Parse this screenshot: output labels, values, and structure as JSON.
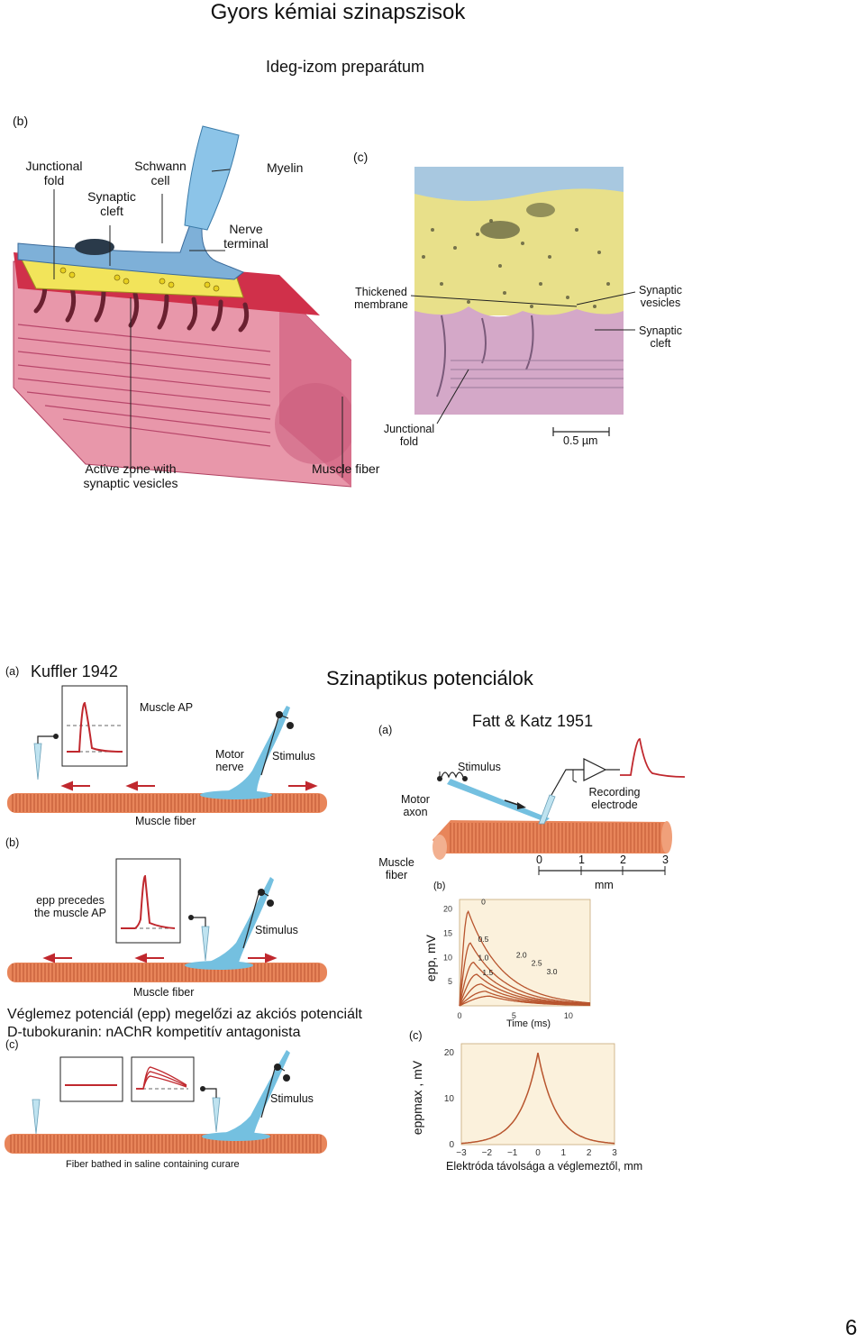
{
  "header": {
    "title": "Gyors kémiai szinapszisok",
    "subtitle": "Ideg-izom preparátum"
  },
  "fig_top": {
    "panel_b": "(b)",
    "panel_c": "(c)",
    "labels": {
      "junctional_fold": [
        "Junctional",
        "fold"
      ],
      "schwann_cell": [
        "Schwann",
        "cell"
      ],
      "myelin": "Myelin",
      "synaptic_cleft": [
        "Synaptic",
        "cleft"
      ],
      "nerve_terminal": [
        "Nerve",
        "terminal"
      ],
      "active_zone": [
        "Active zone with",
        "synaptic vesicles"
      ],
      "muscle_fiber": "Muscle fiber"
    },
    "em_labels": {
      "thickened_membrane": [
        "Thickened",
        "membrane"
      ],
      "synaptic_vesicles": [
        "Synaptic",
        "vesicles"
      ],
      "synaptic_cleft": [
        "Synaptic",
        "cleft"
      ],
      "junctional_fold": [
        "Junctional",
        "fold"
      ],
      "scale_bar": "0.5 µm"
    }
  },
  "section_title": "Szinaptikus potenciálok",
  "kuffler": {
    "panel_a": "(a)",
    "title": "Kuffler 1942",
    "muscle_ap": "Muscle AP",
    "motor_nerve": [
      "Motor",
      "nerve"
    ],
    "stimulus": "Stimulus",
    "muscle_fiber": "Muscle fiber",
    "panel_b": "(b)",
    "epp_precedes": [
      "epp precedes",
      "the muscle AP"
    ],
    "stimulus_b": "Stimulus",
    "muscle_fiber_b": "Muscle fiber",
    "caption1": "Véglemez potenciál (epp) megelőzi az akciós potenciált",
    "caption2": "D-tubokuranin: nAChR kompetitív antagonista",
    "panel_c": "(c)",
    "stimulus_c": "Stimulus",
    "curare": "Fiber bathed in saline containing curare"
  },
  "fatt_katz": {
    "panel_a": "(a)",
    "title": "Fatt & Katz 1951",
    "stimulus": "Stimulus",
    "motor_axon": [
      "Motor",
      "axon"
    ],
    "recording_electrode": [
      "Recording",
      "electrode"
    ],
    "muscle_fiber": [
      "Muscle",
      "fiber"
    ],
    "mm_ticks": [
      "0",
      "1",
      "2",
      "3"
    ],
    "mm_unit": "mm"
  },
  "chart_data": [
    {
      "type": "line",
      "panel": "(b)",
      "ylabel": "epp, mV",
      "xlabel": "Time (ms)",
      "xlim": [
        0,
        12
      ],
      "ylim": [
        0,
        22
      ],
      "xticks": [
        "0",
        "5",
        "10"
      ],
      "yticks": [
        "5",
        "10",
        "15",
        "20"
      ],
      "series": [
        {
          "name": "0",
          "peak": 19.5,
          "tpeak": 0.8
        },
        {
          "name": "0.5",
          "peak": 13.0,
          "tpeak": 1.0
        },
        {
          "name": "1.0",
          "peak": 9.0,
          "tpeak": 1.3
        },
        {
          "name": "1.5",
          "peak": 6.5,
          "tpeak": 1.6
        },
        {
          "name": "2.0",
          "peak": 4.5,
          "tpeak": 2.0
        },
        {
          "name": "2.5",
          "peak": 3.0,
          "tpeak": 2.4
        },
        {
          "name": "3.0",
          "peak": 2.0,
          "tpeak": 2.8
        }
      ]
    },
    {
      "type": "line",
      "panel": "(c)",
      "ylabel": "eppmax , mV",
      "xlabel": "Elektróda távolsága a véglemeztől, mm",
      "xlim": [
        -3,
        3
      ],
      "ylim": [
        0,
        22
      ],
      "xticks": [
        "−3",
        "−2",
        "−1",
        "0",
        "1",
        "2",
        "3"
      ],
      "yticks": [
        "0",
        "10",
        "20"
      ],
      "peak": 20,
      "decay_length_mm": 0.7
    }
  ],
  "page_number": "6",
  "colors": {
    "muscle": "#e8855a",
    "muscle_stripe": "#c8623c",
    "trace": "#c0282e",
    "nerve": "#74c0e0",
    "em_yellow": "#e8e08a",
    "em_blue": "#a8c8e0",
    "em_pink": "#d4a8c8"
  }
}
